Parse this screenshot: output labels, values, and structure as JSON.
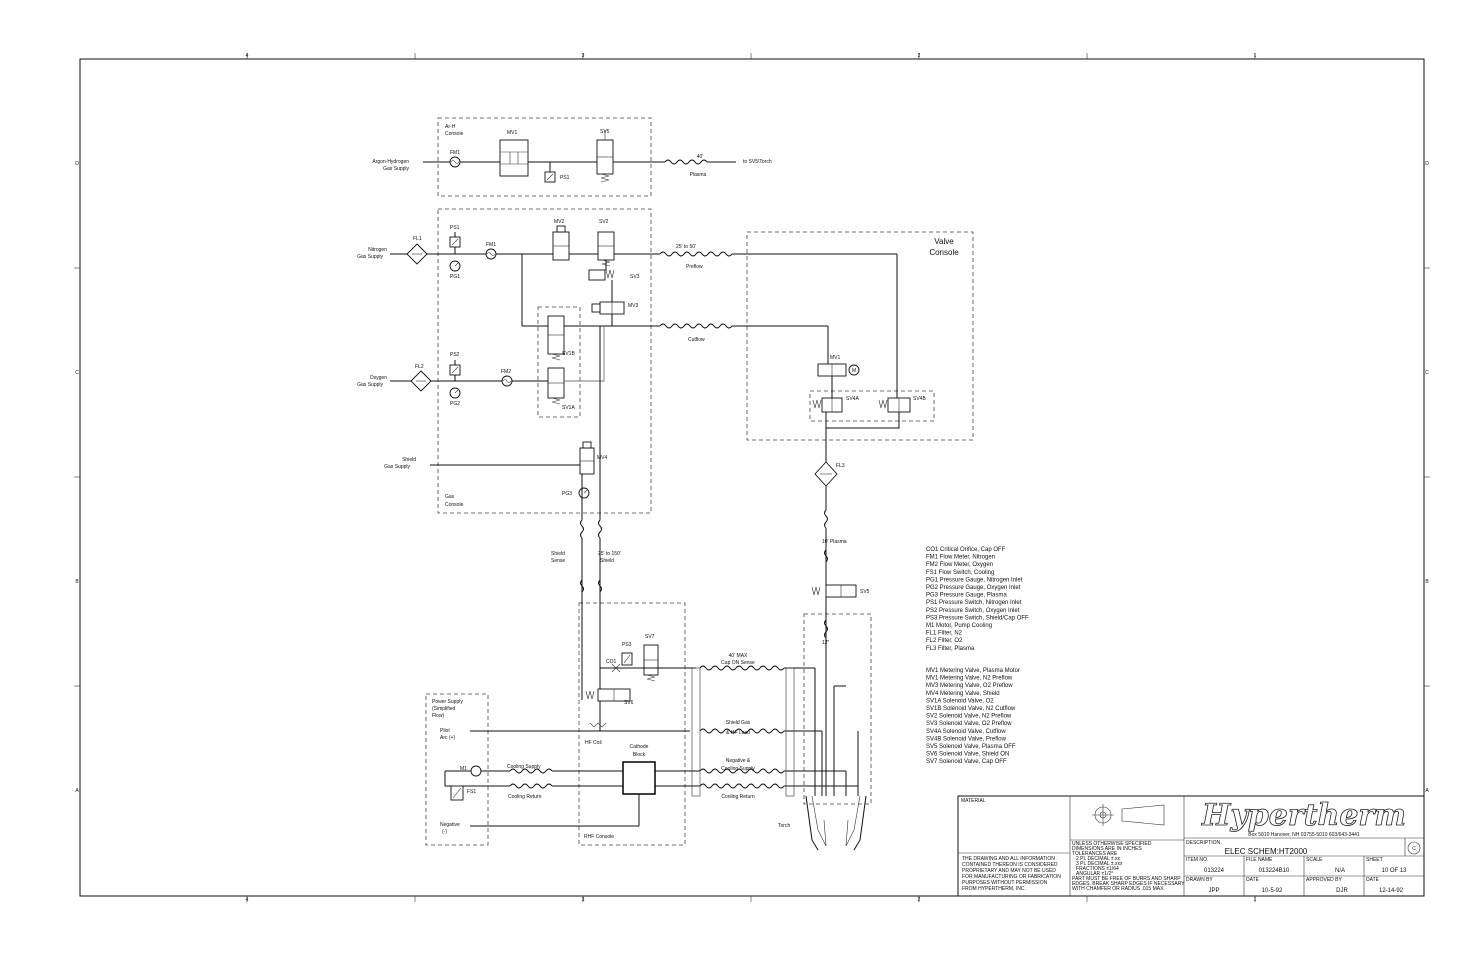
{
  "labels": {
    "ah_console": [
      "Ar-H",
      "Console"
    ],
    "gas_console": [
      "Gas",
      "Console"
    ],
    "valve_console": [
      "Valve",
      "Console"
    ],
    "rhf_console": "RHF Console",
    "power_supply": [
      "Power Supply",
      "(Simplified",
      "Flow)"
    ],
    "argon_supply": [
      "Argon-Hydrogen",
      "Gas Supply"
    ],
    "nitrogen_supply": [
      "Nitrogen",
      "Gas Supply"
    ],
    "oxygen_supply": [
      "Oxygen",
      "Gas Supply"
    ],
    "shield_supply": [
      "Shield",
      "Gas Supply"
    ],
    "to_sv5": "to SV5\\Torch",
    "hose_40": "40'",
    "plasma": "Plasma",
    "preflow_len": "25' to 50'",
    "preflow": "Preflow",
    "cutflow": "Cutflow",
    "plasma_10": "10' Plasma",
    "shield_sense": [
      "Shield",
      "Sense"
    ],
    "shield_len": [
      "25' to 150'",
      "Shield"
    ],
    "cap_on": [
      "40' MAX",
      "Cap ON Sense"
    ],
    "shield_gas": [
      "Shield Gas",
      "& HF Lead"
    ],
    "neg_cooling": [
      "Negative &",
      "Cooling Supply"
    ],
    "cooling_return_r": "Cooling Return",
    "cooling_supply_l": "Cooling Supply",
    "cooling_return_l": "Cooling Return",
    "cathode": [
      "Cathode",
      "Block"
    ],
    "hf_coil": "HF Coil",
    "pilot": [
      "Pilot",
      "Arc (+)"
    ],
    "negative": [
      "Negative",
      "(-)"
    ],
    "torch": "Torch",
    "twelve": "12\"",
    "comp": {
      "fm1a": "FM1",
      "mv1a": "MV1",
      "sv5a": "SV5",
      "ps1a": "PS1",
      "fl1": "FL1",
      "ps1": "PS1",
      "pg1": "PG1",
      "fm1": "FM1",
      "mv2": "MV2",
      "sv2": "SV2",
      "sv3": "SV3",
      "mv3": "MV3",
      "sv1b": "SV1B",
      "sv1a": "SV1A",
      "fl2": "FL2",
      "ps2": "PS2",
      "pg2": "PG2",
      "fm2": "FM2",
      "mv4": "MV4",
      "pg3": "PG3",
      "mv1": "MV1",
      "sv4a": "SV4A",
      "sv4b": "SV4B",
      "fl3": "FL3",
      "sv5": "SV5",
      "ps3": "PS3",
      "sv7": "SV7",
      "co1": "CO1",
      "sv6": "SV6",
      "m1": "M1",
      "fs1": "FS1"
    }
  },
  "legend1": [
    "CO1 Critical Orifice, Cap OFF",
    "FM1 Flow Meter, Nitrogen",
    "FM2 Flow Meter, Oxygen",
    "FS1 Flow Switch, Cooling",
    "PG1 Pressure Gauge, Nitrogen Inlet",
    "PG2 Pressure Gauge, Oxygen Inlet",
    "PG3 Pressure Gauge, Plasma",
    "PS1 Pressure Switch, Nitrogen Inlet",
    "PS2 Pressure Switch, Oxygen Inlet",
    "PS3 Pressure Switch, Shield/Cap OFF",
    "M1 Motor, Pump Cooling",
    "FL1 Filter, N2",
    "FL2 Filter, O2",
    "FL3 Filter, Plasma"
  ],
  "legend2": [
    "MV1 Metering Valve, Plasma Motor",
    "MV1 Metering Valve, N2 Preflow",
    "MV3 Metering Valve, O2 Preflow",
    "MV4 Metering Valve, Shield",
    "SV1A Solenoid Valve, O2",
    "SV1B Solenoid Valve, N2 Cutflow",
    "SV2 Solenoid Valve, N2 Preflow",
    "SV3 Solenoid Valve, O2 Preflow",
    "SV4A Solenoid Valve, Cutflow",
    "SV4B Solenoid Valve, Preflow",
    "SV5 Solenoid Valve, Plasma OFF",
    "SV6 Solenoid Valve, Shield ON",
    "SV7 Solenoid Valve, Cap OFF"
  ],
  "title_block": {
    "material": "MATERIAL",
    "notice": [
      "THE DRAWING AND ALL INFORMATION",
      "CONTAINED THEREON IS CONSIDERED",
      "PROPRIETARY AND MAY NOT BE USED",
      "FOR MANUFACTURING OR FABRICATION",
      "PURPOSES WITHOUT PERMISSION",
      "FROM HYPERTHERM, INC."
    ],
    "tolerance": [
      "UNLESS OTHERWISE SPECIFIED",
      "DIMENSIONS ARE IN INCHES",
      "TOLERANCES ARE",
      "2 PL DECIMAL ±.xx",
      "3 PL DECIMAL ±.xxx",
      "FRACTIONS ±1/64",
      "ANGULAR ±1/2°",
      "PART MUST BE FREE OF BURRS AND SHARP",
      "EDGES. BREAK SHARP EDGES IF NECESSARY",
      "WITH CHAMFER OR RADIUS .015 MAX."
    ],
    "company": "Hypertherm",
    "address": "Box 5010 Hanover, NH 03755-5010 603/643-3441",
    "description_label": "DESCRIPTION",
    "description": "ELEC SCHEM:HT2000",
    "item_label": "ITEM NO.",
    "item": "013224",
    "file_label": "FILE NAME",
    "file": "013224B10",
    "scale_label": "SCALE",
    "scale": "N/A",
    "sheet_label": "SHEET",
    "sheet": "10 OF 13",
    "drawn_label": "DRAWN BY",
    "drawn": "JPP",
    "date_label": "DATE",
    "date": "10-5-92",
    "approved_label": "APPROVED BY",
    "approved": "DJR",
    "date2_label": "DATE",
    "date2": "12-14-92",
    "rev": "C"
  },
  "border": {
    "col_marks": [
      "4",
      "3",
      "2",
      "1"
    ],
    "row_marks": [
      "D",
      "C",
      "B",
      "A"
    ]
  }
}
